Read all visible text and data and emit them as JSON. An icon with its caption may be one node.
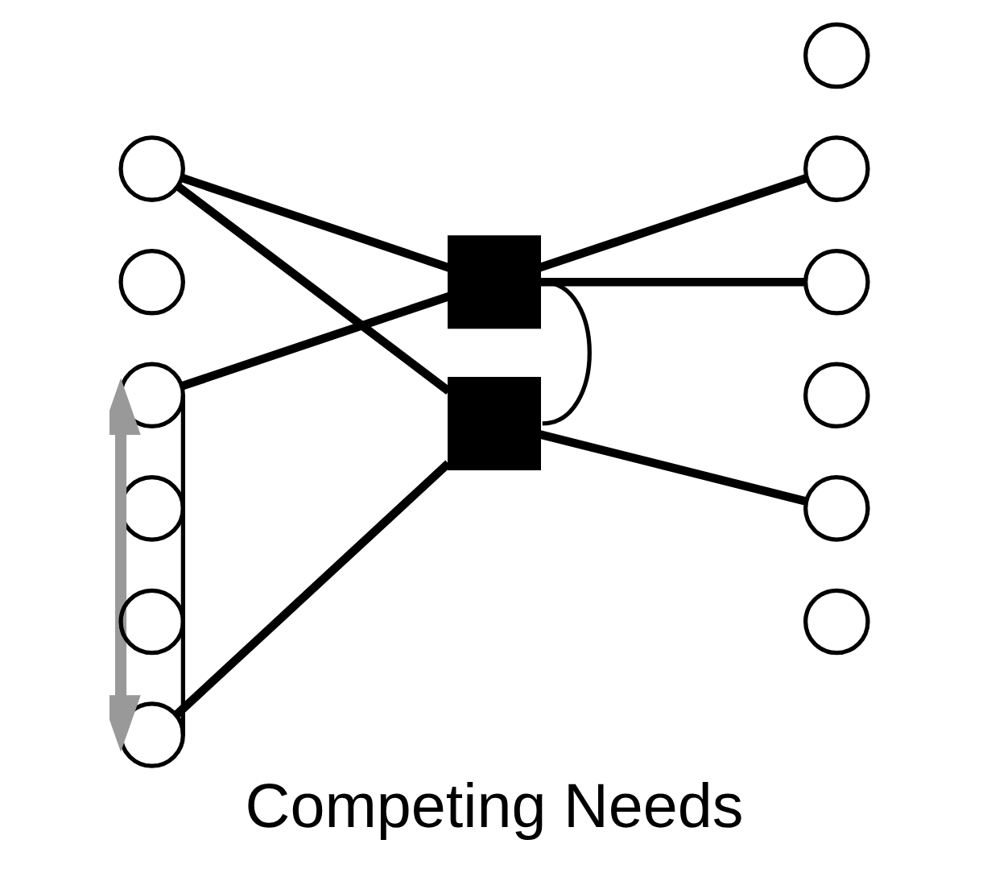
{
  "diagram": {
    "caption": "Competing Needs",
    "nodes": [
      {
        "text": [],
        "shape": "circle"
      },
      {
        "text": [],
        "shape": "circle"
      },
      {
        "text": [],
        "shape": "circle"
      },
      {
        "text": [],
        "shape": "circle"
      },
      {
        "text": [],
        "shape": "circle"
      },
      {
        "text": [],
        "shape": "circle"
      },
      {
        "text": [],
        "shape": "box"
      },
      {
        "text": [],
        "shape": "box"
      },
      {
        "text": [],
        "shape": "circle"
      },
      {
        "text": [],
        "shape": "circle"
      },
      {
        "text": [],
        "shape": "circle"
      },
      {
        "text": [],
        "shape": "circle"
      },
      {
        "text": [],
        "shape": "circle"
      },
      {
        "text": [],
        "shape": "circle"
      }
    ],
    "edges": [
      {
        "from": 0,
        "to": 6,
        "arrow": "none"
      },
      {
        "from": 0,
        "to": 7,
        "arrow": "none"
      },
      {
        "from": 2,
        "to": 6,
        "arrow": "none"
      },
      {
        "from": 5,
        "to": 7,
        "arrow": "none"
      },
      {
        "from": 6,
        "to": 9,
        "arrow": "none"
      },
      {
        "from": 6,
        "to": 10,
        "arrow": "none"
      },
      {
        "from": 7,
        "to": 12,
        "arrow": "none"
      },
      {
        "from": 2,
        "to": 5,
        "arrow": "none"
      },
      {
        "from": 6,
        "to": 7,
        "arrow": "none"
      },
      {
        "from": 2,
        "to": 5,
        "arrow": "both",
        "color": "#999999"
      }
    ]
  }
}
